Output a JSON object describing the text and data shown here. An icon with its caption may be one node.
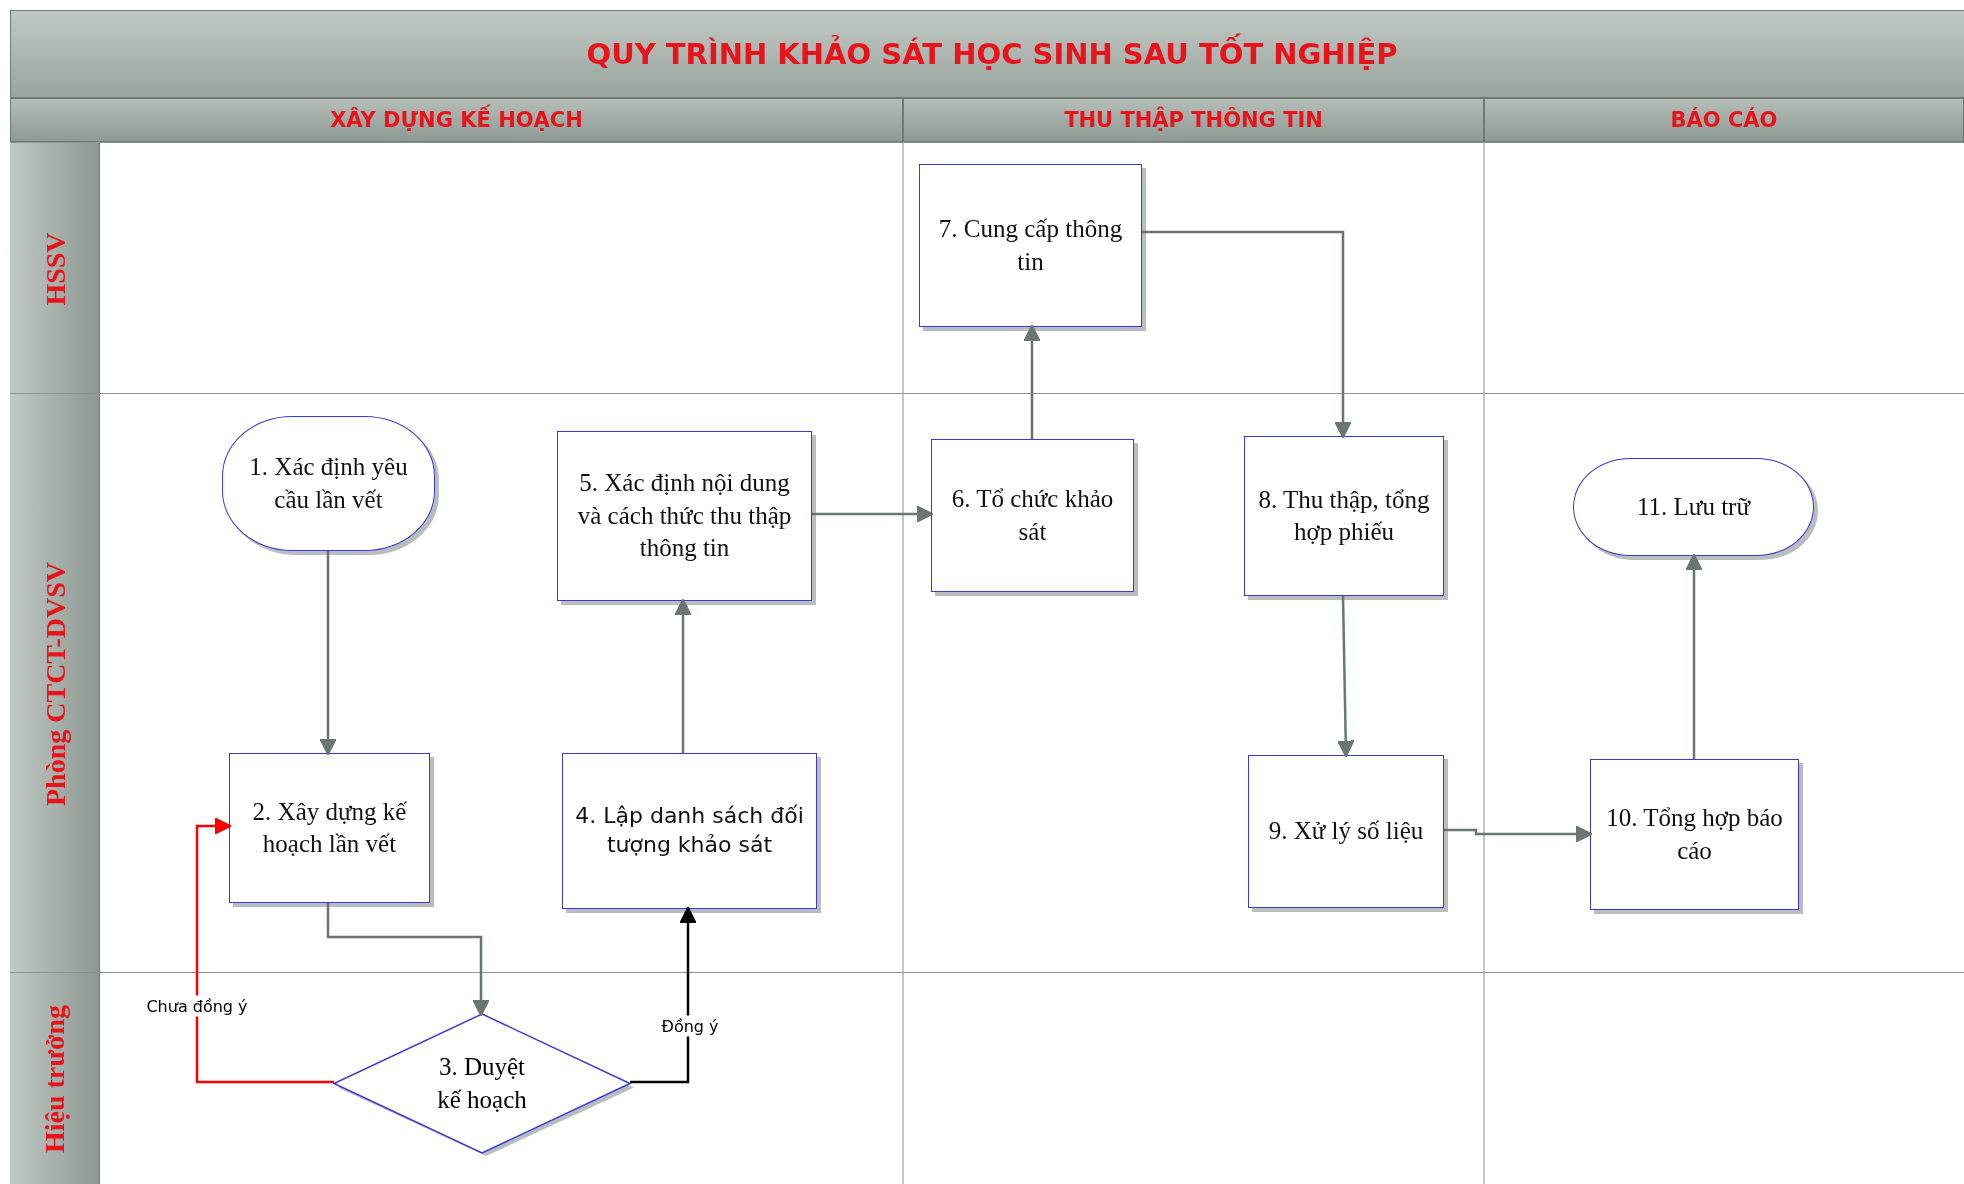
{
  "diagram": {
    "title": "QUY TRÌNH KHẢO SÁT HỌC SINH SAU TỐT NGHIỆP",
    "nodes": [
      {
        "text": [
          "XÂY DỰNG KẾ HOẠCH"
        ]
      },
      {
        "text": [
          "THU THẬP THÔNG TIN"
        ]
      },
      {
        "text": [
          "BÁO CÁO"
        ]
      },
      {
        "text": [
          "HSSV"
        ]
      },
      {
        "text": [
          "Phòng CTCT-DVSV"
        ]
      },
      {
        "text": [
          "Hiệu trưởng"
        ]
      },
      {
        "text": [
          "1. Xác định yêu cầu lần vết"
        ],
        "in": 4
      },
      {
        "text": [
          "2. Xây dựng kế hoạch lần vết"
        ],
        "in": 4
      },
      {
        "text": [
          "3. Duyệt kế hoạch"
        ],
        "in": 5
      },
      {
        "text": [
          "4. Lập danh sách đối tượng khảo sát"
        ],
        "in": 4
      },
      {
        "text": [
          "5. Xác định nội dung và cách thức thu thập thông tin"
        ],
        "in": 4
      },
      {
        "text": [
          "6. Tổ chức khảo sát"
        ],
        "in": 4
      },
      {
        "text": [
          "7. Cung cấp thông tin"
        ],
        "in": 3
      },
      {
        "text": [
          "8. Thu thập, tổng hợp phiếu"
        ],
        "in": 4
      },
      {
        "text": [
          "9. Xử lý số liệu"
        ],
        "in": 4
      },
      {
        "text": [
          "10. Tổng hợp báo cáo"
        ],
        "in": 4
      },
      {
        "text": [
          "11. Lưu trữ"
        ],
        "in": 4
      }
    ],
    "edges": [
      {
        "from": 6,
        "to": 7,
        "arrow": "to"
      },
      {
        "from": 7,
        "to": 8,
        "arrow": "to"
      },
      {
        "from": 8,
        "to": 7,
        "arrow": "to",
        "label": "Chưa đồng ý",
        "color": "#ff0000"
      },
      {
        "from": 8,
        "to": 9,
        "arrow": "to",
        "label": "Đồng ý",
        "color": "#000000"
      },
      {
        "from": 9,
        "to": 10,
        "arrow": "to"
      },
      {
        "from": 10,
        "to": 11,
        "arrow": "to"
      },
      {
        "from": 11,
        "to": 12,
        "arrow": "to"
      },
      {
        "from": 12,
        "to": 13,
        "arrow": "to"
      },
      {
        "from": 13,
        "to": 14,
        "arrow": "to"
      },
      {
        "from": 14,
        "to": 15,
        "arrow": "to"
      },
      {
        "from": 15,
        "to": 16,
        "arrow": "to"
      }
    ]
  }
}
